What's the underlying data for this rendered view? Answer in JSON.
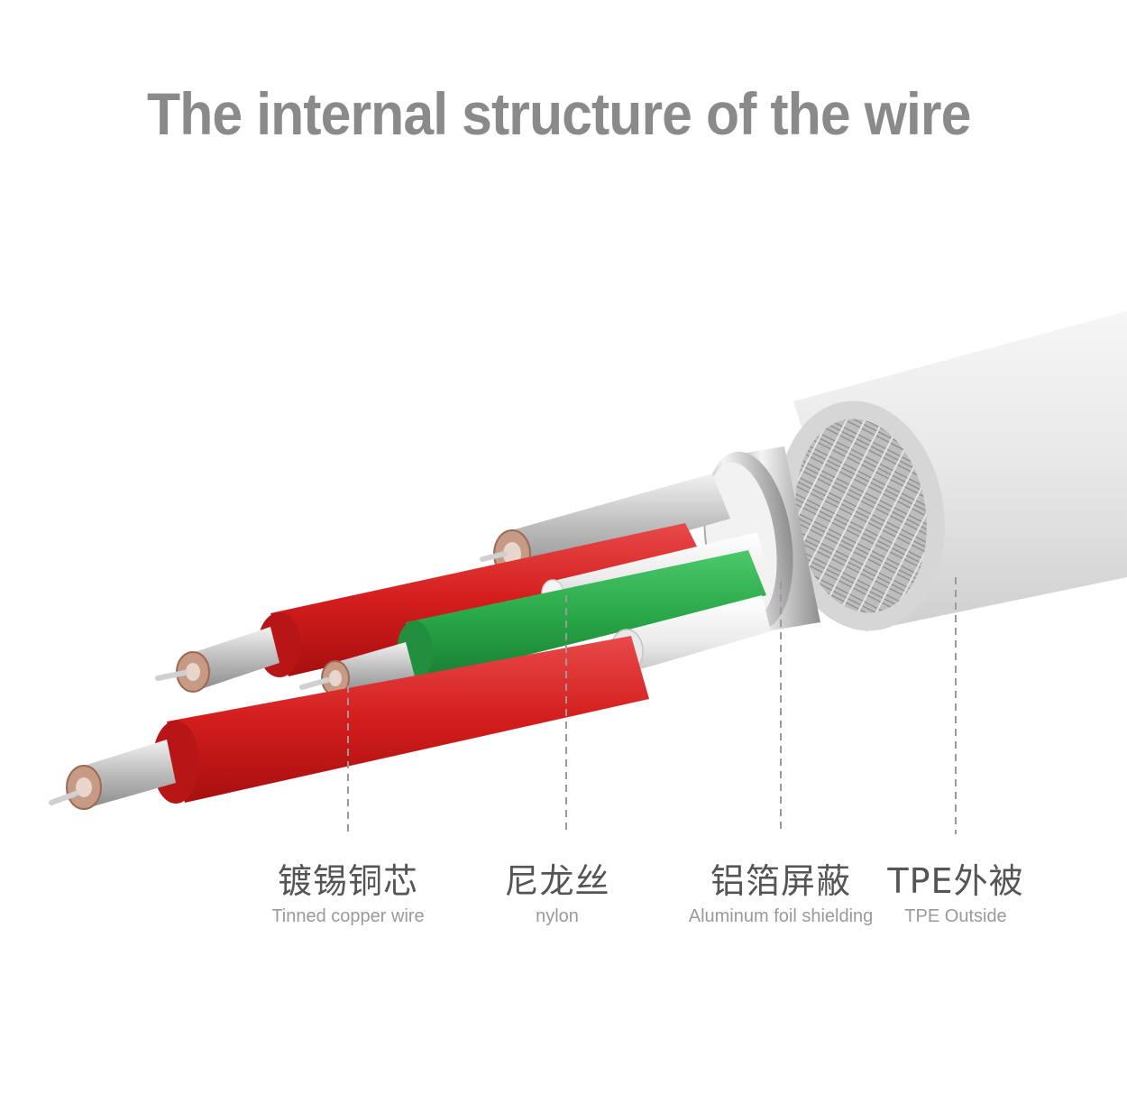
{
  "title": "The internal structure of the wire",
  "labels": [
    {
      "id": "tinned-copper",
      "cn": "镀锡铜芯",
      "en": "Tinned copper wire"
    },
    {
      "id": "nylon",
      "cn": "尼龙丝",
      "en": "nylon"
    },
    {
      "id": "aluminum-foil",
      "cn": "铝箔屏蔽",
      "en": "Aluminum foil shielding"
    },
    {
      "id": "tpe-outside",
      "cn": "TPE外被",
      "en": "TPE Outside"
    }
  ],
  "colors": {
    "title": "#8a8a8a",
    "red_insulation": "#d91f1f",
    "green_insulation": "#2fae4f",
    "white_jacket": "#ededed",
    "foil": "#c9c9c9",
    "copper": "#b8826a",
    "label_line": "#9a9a9a"
  }
}
